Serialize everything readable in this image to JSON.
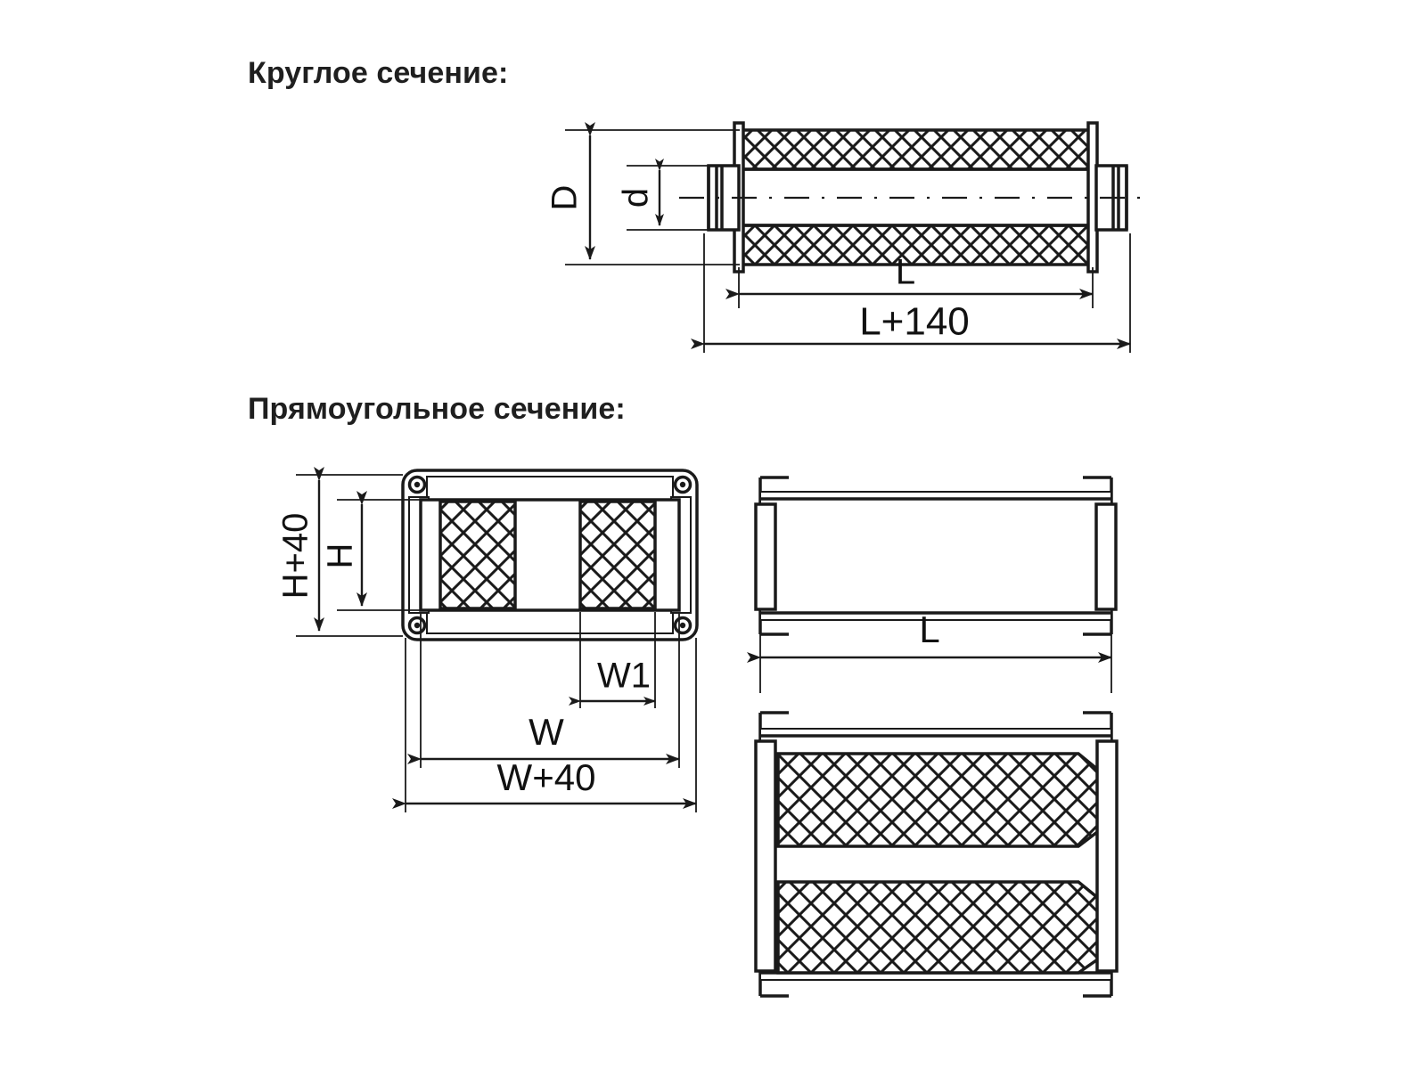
{
  "document": {
    "type": "technical-drawing",
    "language": "ru",
    "background_color": "#ffffff",
    "line_color": "#1a1a1a"
  },
  "sections": {
    "round": {
      "heading": "Круглое сечение:",
      "dimensions": {
        "outer_diameter": "D",
        "inner_diameter": "d",
        "body_length": "L",
        "overall_length": "L+140"
      }
    },
    "rectangular": {
      "heading": "Прямоугольное сечение:",
      "dimensions": {
        "duct_height": "H",
        "flange_height": "H+40",
        "duct_width": "W",
        "flange_width": "W+40",
        "splitter_width": "W1",
        "body_length": "L"
      }
    }
  },
  "labels": {
    "D": "D",
    "d": "d",
    "L": "L",
    "L_plus_140": "L+140",
    "H": "H",
    "H_plus_40": "H+40",
    "W": "W",
    "W_plus_40": "W+40",
    "W1": "W1"
  }
}
